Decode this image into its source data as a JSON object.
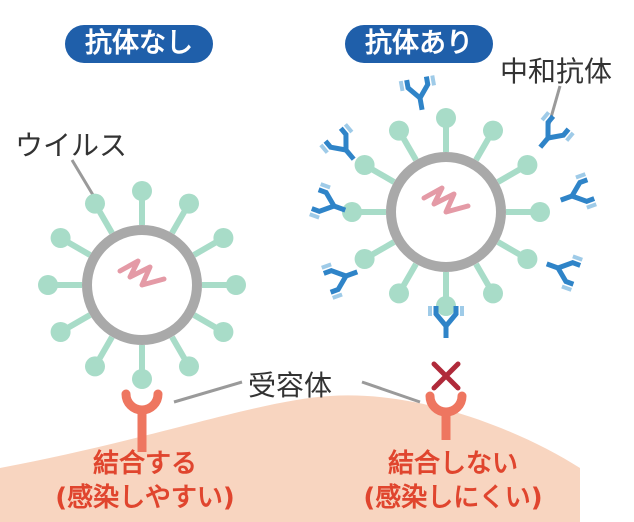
{
  "labels": {
    "without_antibody": "抗体なし",
    "with_antibody": "抗体あり",
    "neutralizing_antibody": "中和抗体",
    "virus": "ウイルス",
    "receptor": "受容体"
  },
  "results": {
    "left_line1": "結合する",
    "left_line2": "(感染しやすい)",
    "right_line1": "結合しない",
    "right_line2": "(感染しにくい)"
  },
  "colors": {
    "pill_blue": "#1f5faa",
    "spike": "#a8dcc8",
    "capsule": "#a9a9a9",
    "rna": "#e49aa6",
    "antibody_blue": "#2f84c8",
    "antibody_light": "#9fcbe8",
    "receptor": "#ee7660",
    "cell": "#f8d5c0",
    "result_text": "#e0452e",
    "cross": "#b02a3a",
    "leader_line": "#9a9a9a"
  }
}
